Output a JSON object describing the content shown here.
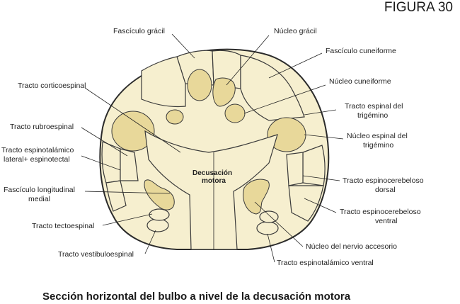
{
  "figure_label": "FIGURA 30",
  "caption": "Sección horizontal del bulbo a nivel de la decusación motora",
  "labels": {
    "fasciculo_gracil": "Fascículo grácil",
    "nucleo_gracil": "Núcleo grácil",
    "fasciculo_cuneiforme": "Fascículo cuneiforme",
    "nucleo_cuneiforme": "Núcleo cuneiforme",
    "tracto_corticoespinal": "Tracto corticoespinal",
    "tracto_espinal_trigemino_1": "Tracto espinal del",
    "tracto_espinal_trigemino_2": "trigémino",
    "tracto_rubroespinal": "Tracto rubroespinal",
    "nucleo_espinal_trigemino_1": "Núcleo espinal del",
    "nucleo_espinal_trigemino_2": "trigémino",
    "espinotalamico_lateral_1": "Tracto espinotalámico",
    "espinotalamico_lateral_2": "lateral+ espinotectal",
    "decusacion_1": "Decusación",
    "decusacion_2": "motora",
    "fasciculo_longitudinal_1": "Fascículo longitudinal",
    "fasciculo_longitudinal_2": "medial",
    "espinocerebeloso_dorsal_1": "Tracto espinocerebeloso",
    "espinocerebeloso_dorsal_2": "dorsal",
    "espinocerebeloso_ventral_1": "Tracto espinocerebeloso",
    "espinocerebeloso_ventral_2": "ventral",
    "tracto_tectoespinal": "Tracto tectoespinal",
    "nucleo_nervio_accesorio": "Núcleo del nervio accesorio",
    "tracto_vestibuloespinal": "Tracto vestibuloespinal",
    "espinotalamico_ventral": "Tracto espinotalámico ventral"
  },
  "colors": {
    "region_fill": "#f6efcf",
    "nucleus_fill": "#e8d89a",
    "outline": "#2b2b2b"
  }
}
